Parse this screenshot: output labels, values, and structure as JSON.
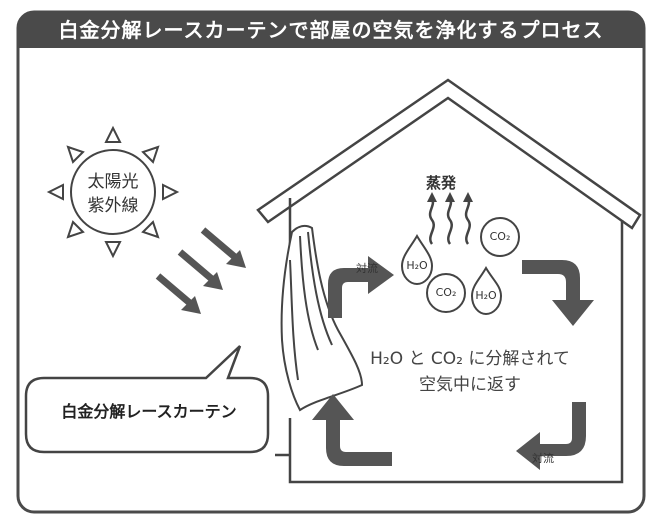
{
  "title": "白金分解レースカーテンで部屋の空気を浄化するプロセス",
  "sun": {
    "line1": "太陽光",
    "line2": "紫外線"
  },
  "evaporation_label": "蒸発",
  "molecules": {
    "h2o_top": "H₂O",
    "co2_top": "CO₂",
    "co2_bottom": "CO₂",
    "h2o_bottom": "H₂O"
  },
  "convection_label_top": "対流",
  "convection_label_bottom": "対流",
  "main_message": {
    "line1": "H₂O と CO₂ に分解されて",
    "line2": "空気中に返す"
  },
  "curtain_label": "白金分解レースカーテン",
  "colors": {
    "dark": "#4a4a4a",
    "arrow": "#555555",
    "stroke": "#333333"
  }
}
